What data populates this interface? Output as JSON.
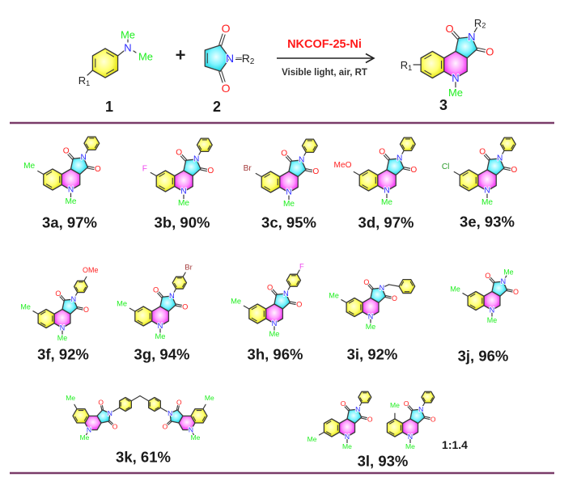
{
  "scheme": {
    "reactant1": {
      "number": "1",
      "r_label": "R",
      "r_sub": "1",
      "n": "N",
      "me1": "Me",
      "me2": "Me"
    },
    "plus": "+",
    "reactant2": {
      "number": "2",
      "o1": "O",
      "o2": "O",
      "n": "N",
      "r_label": "–R",
      "r_sub": "2"
    },
    "catalyst": "NKCOF-25-Ni",
    "conditions": "Visible light, air, RT",
    "product": {
      "number": "3",
      "r1_label": "R",
      "r1_sub": "1",
      "r2_label": "R",
      "r2_sub": "2"
    }
  },
  "atoms": {
    "O": "O",
    "N": "N",
    "Me": "Me"
  },
  "colors": {
    "oxygen": "#ff2020",
    "nitrogen": "#2a2aff",
    "methyl": "#22ee22",
    "catalyst": "#ff1a1a",
    "divider": "#7a3b69"
  },
  "products": [
    {
      "id": "3a",
      "label": "3a, 97%",
      "r1": {
        "text": "Me",
        "color": "#22ee22",
        "position": "8"
      },
      "r2": {
        "type": "phenyl"
      }
    },
    {
      "id": "3b",
      "label": "3b, 90%",
      "r1": {
        "text": "F",
        "color": "#ee44ee",
        "position": "8"
      },
      "r2": {
        "type": "phenyl"
      }
    },
    {
      "id": "3c",
      "label": "3c, 95%",
      "r1": {
        "text": "Br",
        "color": "#a33a3a",
        "position": "8"
      },
      "r2": {
        "type": "phenyl"
      }
    },
    {
      "id": "3d",
      "label": "3d, 97%",
      "r1": {
        "text": "MeO",
        "color": "#ff2222",
        "position": "8"
      },
      "r2": {
        "type": "phenyl"
      }
    },
    {
      "id": "3e",
      "label": "3e, 93%",
      "r1": {
        "text": "Cl",
        "color": "#2a9a2a",
        "position": "8"
      },
      "r2": {
        "type": "phenyl"
      }
    },
    {
      "id": "3f",
      "label": "3f, 92%",
      "r1": {
        "text": "Me",
        "color": "#22ee22",
        "position": "8"
      },
      "r2": {
        "type": "aryl",
        "para": "OMe",
        "color": "#ff2222"
      }
    },
    {
      "id": "3g",
      "label": "3g, 94%",
      "r1": {
        "text": "Me",
        "color": "#22ee22",
        "position": "8"
      },
      "r2": {
        "type": "aryl",
        "para": "Br",
        "color": "#a33a3a"
      }
    },
    {
      "id": "3h",
      "label": "3h, 96%",
      "r1": {
        "text": "Me",
        "color": "#22ee22",
        "position": "8"
      },
      "r2": {
        "type": "aryl",
        "para": "F",
        "color": "#ee44ee"
      }
    },
    {
      "id": "3i",
      "label": "3i, 92%",
      "r1": {
        "text": "Me",
        "color": "#22ee22",
        "position": "8"
      },
      "r2": {
        "type": "benzyl"
      }
    },
    {
      "id": "3j",
      "label": "3j, 96%",
      "r1": {
        "text": "Me",
        "color": "#22ee22",
        "position": "8"
      },
      "r2": {
        "type": "methyl",
        "text": "Me"
      }
    },
    {
      "id": "3k",
      "label": "3k, 61%",
      "r1": {
        "text": "Me",
        "color": "#22ee22",
        "position": "8"
      },
      "r2": {
        "type": "bis-aryl-methane"
      }
    },
    {
      "id": "3l",
      "label": "3l, 93%",
      "ratio": "1:1.4",
      "isomers": [
        {
          "r1": {
            "text": "Me",
            "color": "#22ee22",
            "position": "7"
          },
          "r2": {
            "type": "phenyl"
          }
        },
        {
          "r1": {
            "text": "Me",
            "color": "#22ee22",
            "position": "9"
          },
          "r2": {
            "type": "phenyl"
          }
        }
      ]
    }
  ]
}
